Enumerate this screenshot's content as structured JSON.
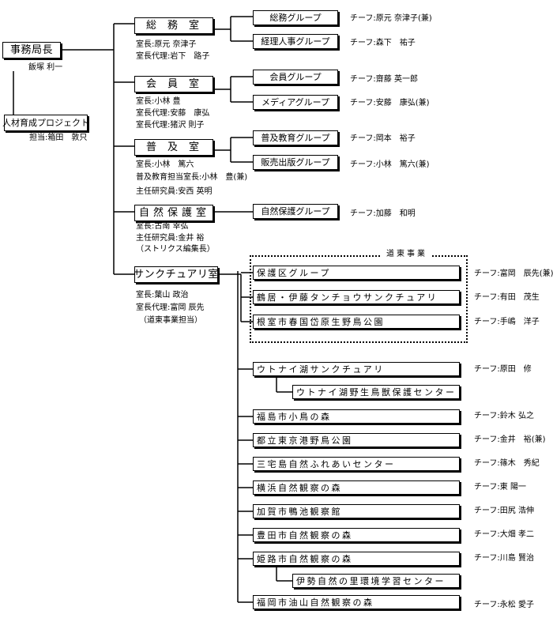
{
  "top": {
    "director_title": "事務局長",
    "director_name": "飯塚 利一",
    "project_title": "人材育成プロジェクト",
    "project_lead": "担当:箱田　敦只"
  },
  "departments": [
    {
      "title": "総務室",
      "staff": [
        "室長:原元 奈津子",
        "室長代理:岩下　路子"
      ],
      "groups": [
        {
          "name": "総務グループ",
          "chief": "チーフ:原元 奈津子(兼)"
        },
        {
          "name": "経理人事グループ",
          "chief": "チーフ:森下　祐子"
        }
      ]
    },
    {
      "title": "会員室",
      "staff": [
        "室長:小林 豊",
        "室長代理:安藤　康弘",
        "室長代理:猪沢 則子"
      ],
      "groups": [
        {
          "name": "会員グループ",
          "chief": "チーフ:齋藤 英一郎"
        },
        {
          "name": "メディアグループ",
          "chief": "チーフ:安藤　康弘(兼)"
        }
      ]
    },
    {
      "title": "普及室",
      "staff": [
        "室長:小林　篤六",
        "普及教育担当室長:小林　豊(兼)",
        "主任研究員:安西 英明"
      ],
      "groups": [
        {
          "name": "普及教育グループ",
          "chief": "チーフ:岡本　裕子"
        },
        {
          "name": "販売出版グループ",
          "chief": "チーフ:小林　篤六(兼)"
        }
      ]
    },
    {
      "title": "自然保護室",
      "staff": [
        "室長:古南 幸弘",
        "主任研究員:金井 裕",
        "（ストリクス編集長）"
      ],
      "groups": [
        {
          "name": "自然保護グループ",
          "chief": "チーフ:加藤　和明"
        }
      ]
    },
    {
      "title": "サンクチュアリ室",
      "staff": [
        "室長:葉山 政治",
        "室長代理:富岡 辰先",
        "（道東事業担当）"
      ]
    }
  ],
  "doto": {
    "label": "道東事業",
    "items": [
      {
        "name": "保護区グループ",
        "chief": "チーフ:富岡　辰先(兼)"
      },
      {
        "name": "鶴居・伊藤タンチョウサンクチュアリ",
        "chief": "チーフ:有田　茂生"
      },
      {
        "name": "根室市春国岱原生野鳥公園",
        "chief": "チーフ:手嶋　洋子"
      }
    ]
  },
  "sanctuaries": [
    {
      "name": "ウトナイ湖サンクチュアリ",
      "chief": "チーフ:原田　修"
    },
    {
      "name": "ウトナイ湖野生鳥獣保護センター",
      "chief": ""
    },
    {
      "name": "福島市小鳥の森",
      "chief": "チーフ:鈴木 弘之"
    },
    {
      "name": "都立東京港野鳥公園",
      "chief": "チーフ:金井　裕(兼)"
    },
    {
      "name": "三宅島自然ふれあいセンター",
      "chief": "チーフ:篠木　秀紀"
    },
    {
      "name": "横浜自然観察の森",
      "chief": "チーフ:東 陽一"
    },
    {
      "name": "加賀市鴨池観察館",
      "chief": "チーフ:田尻 浩伸"
    },
    {
      "name": "豊田市自然観察の森",
      "chief": "チーフ:大畑 孝二"
    },
    {
      "name": "姫路市自然観察の森",
      "chief": "チーフ:川島 賢治"
    },
    {
      "name": "伊勢自然の里環境学習センター",
      "chief": ""
    },
    {
      "name": "福岡市油山自然観察の森",
      "chief": "チーフ:永松 愛子"
    }
  ]
}
